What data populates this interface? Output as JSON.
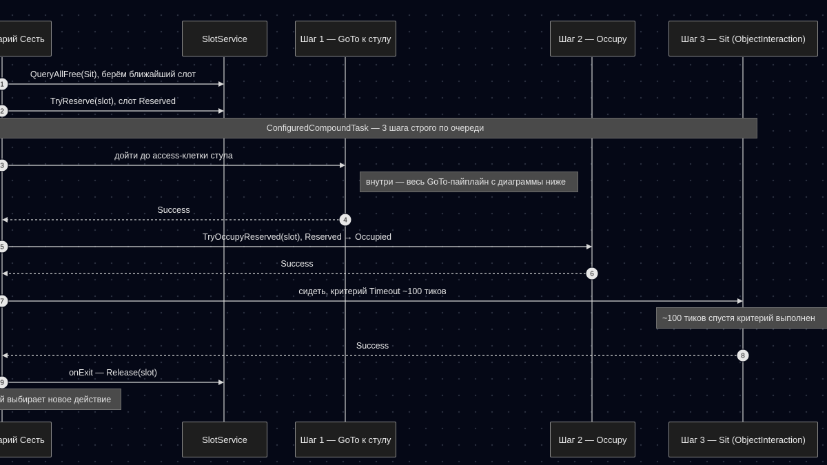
{
  "participants": [
    {
      "id": "scenario",
      "label": "Сценарий Сесть"
    },
    {
      "id": "slot",
      "label": "SlotService"
    },
    {
      "id": "step1",
      "label": "Шаг 1 — GoTo к стулу"
    },
    {
      "id": "step2",
      "label": "Шаг 2 — Occupy"
    },
    {
      "id": "step3",
      "label": "Шаг 3 — Sit (ObjectInteraction)"
    }
  ],
  "banner": {
    "text": "ConfiguredCompoundTask — 3 шага строго по очереди"
  },
  "messages": [
    {
      "num": "1",
      "label": "QueryAllFree(Sit), берём ближайший слот",
      "from": "scenario",
      "to": "slot",
      "style": "solid"
    },
    {
      "num": "2",
      "label": "TryReserve(slot), слот Reserved",
      "from": "scenario",
      "to": "slot",
      "style": "solid"
    },
    {
      "num": "3",
      "label": "дойти до access-клетки стула",
      "from": "scenario",
      "to": "step1",
      "style": "solid"
    },
    {
      "num": "4",
      "label": "Success",
      "from": "step1",
      "to": "scenario",
      "style": "dashed"
    },
    {
      "num": "5",
      "label": "TryOccupyReserved(slot), Reserved → Occupied",
      "from": "scenario",
      "to": "step2",
      "style": "solid"
    },
    {
      "num": "6",
      "label": "Success",
      "from": "step2",
      "to": "scenario",
      "style": "dashed"
    },
    {
      "num": "7",
      "label": "сидеть, критерий Timeout ~100 тиков",
      "from": "scenario",
      "to": "step3",
      "style": "solid"
    },
    {
      "num": "8",
      "label": "Success",
      "from": "step3",
      "to": "scenario",
      "style": "dashed"
    },
    {
      "num": "9",
      "label": "onExit — Release(slot)",
      "from": "scenario",
      "to": "slot",
      "style": "solid"
    }
  ],
  "notes": [
    {
      "text": "внутри — весь GoTo-пайплайн с диаграммы ниже"
    },
    {
      "text": "~100 тиков спустя критерий выполнен"
    },
    {
      "text": "Сценарий выбирает новое действие"
    }
  ]
}
